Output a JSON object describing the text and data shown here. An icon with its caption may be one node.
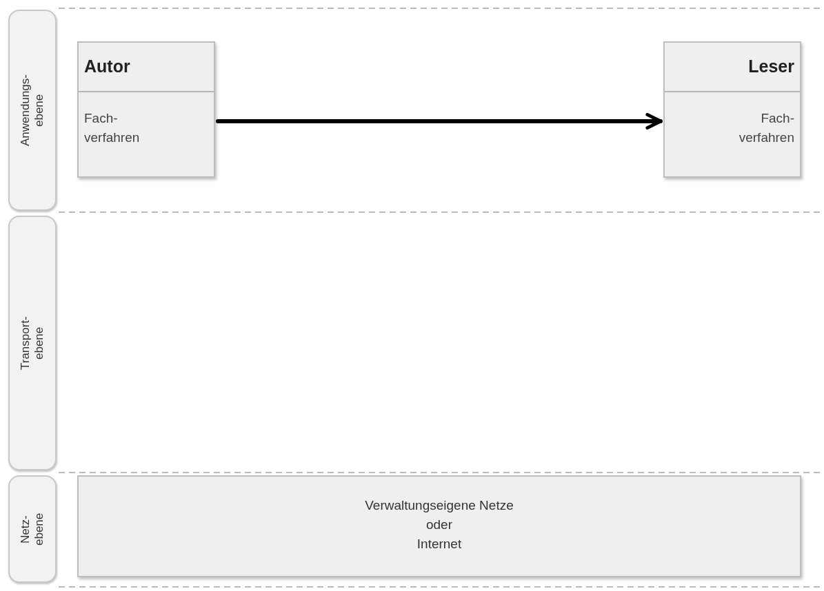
{
  "diagram": {
    "nodes": [
      {
        "text": [
          "Anwendungs- ebene"
        ]
      },
      {
        "text": [
          "Autor",
          "Fach- verfahren"
        ]
      },
      {
        "text": [
          "Leser",
          "Fach- verfahren"
        ]
      },
      {
        "text": [
          "Transport- ebene"
        ]
      },
      {
        "text": [
          "Netz- ebene"
        ]
      },
      {
        "text": [
          "Verwaltungseigene Netze",
          "oder",
          "Internet"
        ]
      }
    ],
    "edges": [
      {
        "from": 1,
        "to": 2,
        "arrow": "to"
      }
    ]
  }
}
